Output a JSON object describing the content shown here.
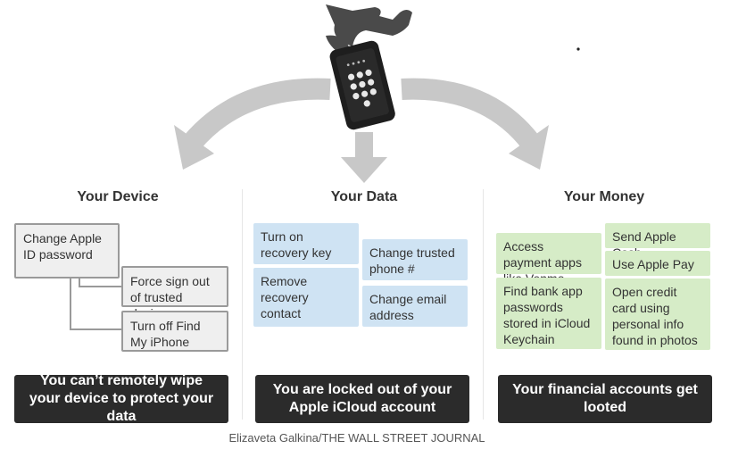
{
  "columns": [
    {
      "title": "Your Device",
      "boxes": [
        "Change Apple ID password",
        "Force sign out of trusted devices",
        "Turn off Find My iPhone"
      ],
      "footer": "You can’t remotely wipe your device to protect your data"
    },
    {
      "title": "Your Data",
      "boxes": [
        "Turn on recovery key",
        "Remove recovery contact",
        "Change trusted phone #",
        "Change email address"
      ],
      "footer": "You are locked out of your Apple iCloud account"
    },
    {
      "title": "Your Money",
      "boxes": [
        "Access payment apps like Venmo",
        "Find bank app passwords stored in iCloud Keychain",
        "Send Apple Cash",
        "Use Apple Pay",
        "Open credit card using personal info found in photos"
      ],
      "footer": "Your financial accounts get looted"
    }
  ],
  "credit": "Elizaveta Galkina/THE WALL STREET JOURNAL",
  "colors": {
    "arrow": "#c8c8c8",
    "gray_box": "#efefef",
    "blue_box": "#cfe3f3",
    "green_box": "#d6ecc7",
    "footer_bg": "#2b2b2b"
  },
  "icons": [
    "hand-icon",
    "phone-icon"
  ]
}
